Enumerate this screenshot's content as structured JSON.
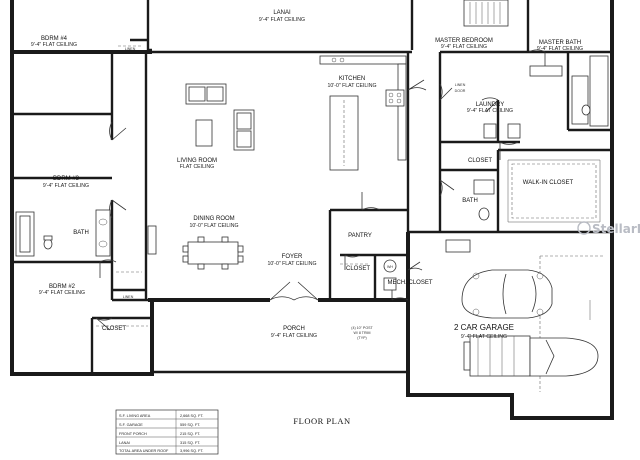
{
  "rooms": {
    "bdrm4": {
      "name": "BDRM #4",
      "ceiling": "9'-4\" FLAT CEILING"
    },
    "linen_top": {
      "name": "LINEN"
    },
    "lanai": {
      "name": "LANAI",
      "ceiling": "9'-4\" FLAT CEILING"
    },
    "master_bedroom": {
      "name": "MASTER BEDROOM",
      "ceiling": "9'-4\" FLAT CEILING"
    },
    "master_bath": {
      "name": "MASTER BATH",
      "ceiling": "9'-4\" FLAT CEILING"
    },
    "kitchen": {
      "name": "KITCHEN",
      "ceiling": "10'-0\" FLAT CEILING"
    },
    "linen_master": {
      "name": "LINEN",
      "note": "DOOR"
    },
    "laundry": {
      "name": "LAUNDRY",
      "ceiling": "9'-4\" FLAT CEILING"
    },
    "living_room": {
      "name": "LIVING ROOM",
      "ceiling": "FLAT CEILING"
    },
    "bdrm3": {
      "name": "BDRM #3",
      "ceiling": "9'-4\" FLAT CEILING"
    },
    "closet_master": {
      "name": "CLOSET"
    },
    "walk_in_closet": {
      "name": "WALK-IN CLOSET"
    },
    "bath_left": {
      "name": "BATH"
    },
    "bath_master": {
      "name": "BATH"
    },
    "dining_room": {
      "name": "DINING ROOM",
      "ceiling": "10'-0\" FLAT CEILING"
    },
    "pantry": {
      "name": "PANTRY"
    },
    "foyer": {
      "name": "FOYER",
      "ceiling": "10'-0\" FLAT CEILING"
    },
    "closet_foyer": {
      "name": "CLOSET"
    },
    "wh": {
      "name": "WH"
    },
    "mech_closet": {
      "name": "MECH. CLOSET"
    },
    "bdrm2": {
      "name": "BDRM #2",
      "ceiling": "9'-4\" FLAT CEILING"
    },
    "linen_bottom": {
      "name": "LINEN"
    },
    "closet_bdrm2": {
      "name": "CLOSET"
    },
    "porch": {
      "name": "PORCH",
      "ceiling": "9'-4\" FLAT CEILING"
    },
    "garage": {
      "name": "2 CAR GARAGE",
      "ceiling": "9'-4\" FLAT CEILING"
    }
  },
  "porch_note": {
    "line1": "(4) 10\" POST",
    "line2": "W/ 8 TRIM",
    "line3": "(TYP)"
  },
  "area_table": [
    {
      "label": "S.F. LIVING AREA",
      "value": "2,668 SQ. FT."
    },
    {
      "label": "S.F. GARAGE",
      "value": "559 SQ. FT."
    },
    {
      "label": "FRONT PORCH",
      "value": "215 SQ. FT."
    },
    {
      "label": "LANAI",
      "value": "315 SQ. FT."
    },
    {
      "label": "TOTAL AREA UNDER ROOF",
      "value": "3,996 SQ. FT."
    }
  ],
  "plan_title": "FLOOR PLAN",
  "watermark": "StellarMLS"
}
